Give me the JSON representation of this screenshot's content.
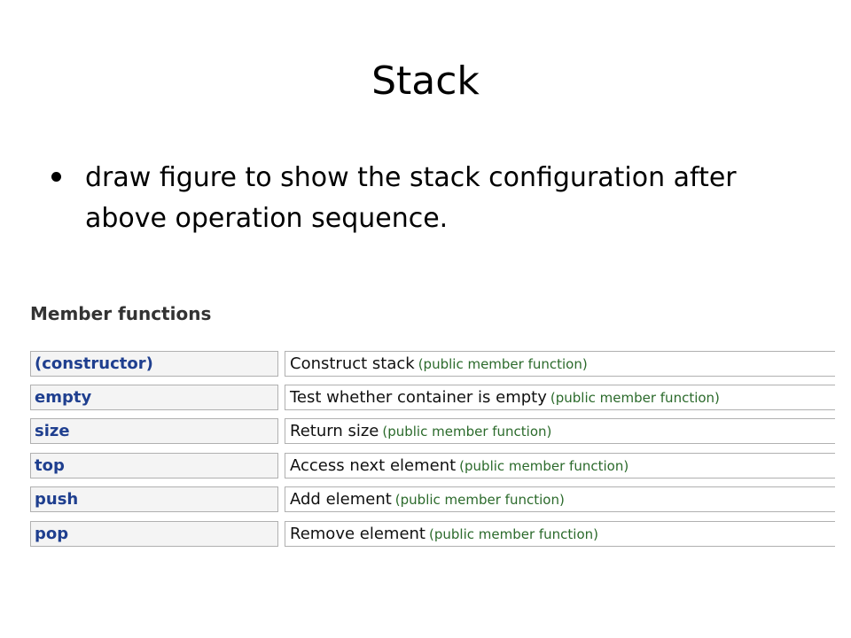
{
  "slide": {
    "title": "Stack",
    "bullet": "draw figure to show the stack configuration after above operation sequence."
  },
  "member_functions": {
    "heading": "Member functions",
    "rows": [
      {
        "name": "(constructor)",
        "description": "Construct stack",
        "tag": "(public member function)"
      },
      {
        "name": "empty",
        "description": "Test whether container is empty",
        "tag": "(public member function)"
      },
      {
        "name": "size",
        "description": "Return size",
        "tag": "(public member function)"
      },
      {
        "name": "top",
        "description": "Access next element",
        "tag": "(public member function)"
      },
      {
        "name": "push",
        "description": "Add element",
        "tag": "(public member function)"
      },
      {
        "name": "pop",
        "description": "Remove element",
        "tag": "(public member function)"
      }
    ]
  },
  "colors": {
    "function_name": "#1f3f8f",
    "tag": "#2b6a2b",
    "cell_border": "#b0b0b0"
  }
}
